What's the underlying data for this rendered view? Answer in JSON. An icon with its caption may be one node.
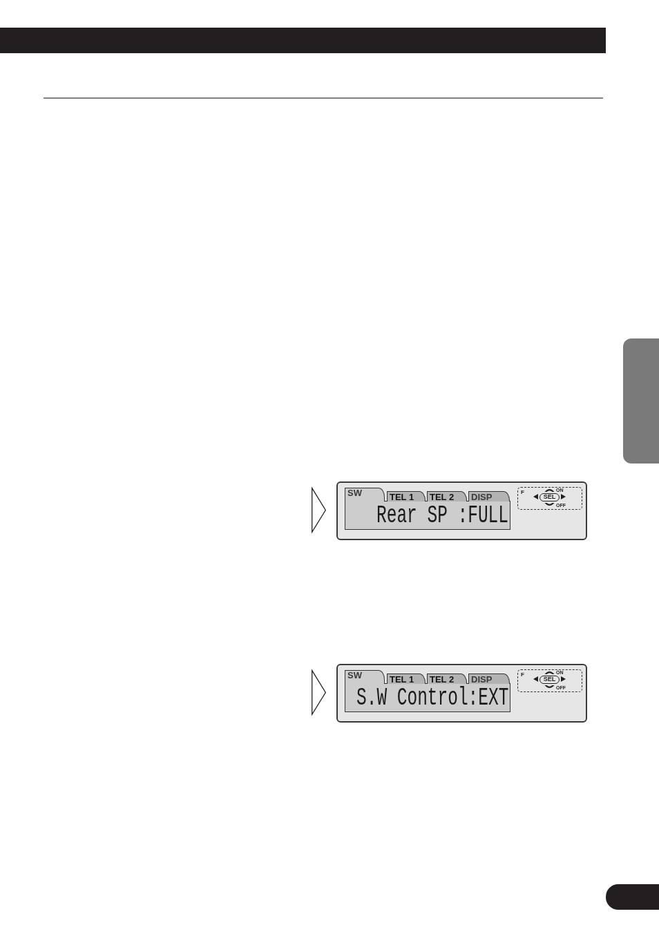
{
  "diagram": {
    "nodes": [
      {
        "text": [],
        "shape": "box"
      }
    ],
    "labels": [
      "SW",
      "TEL 1",
      "TEL 2",
      "DISP",
      "F",
      "ON",
      "SEL",
      "OFF",
      "Rear SP :FULL",
      "SW",
      "TEL 1",
      "TEL 2",
      "DISP",
      "F",
      "ON",
      "SEL",
      "OFF",
      "S.W Control:EXT"
    ]
  }
}
